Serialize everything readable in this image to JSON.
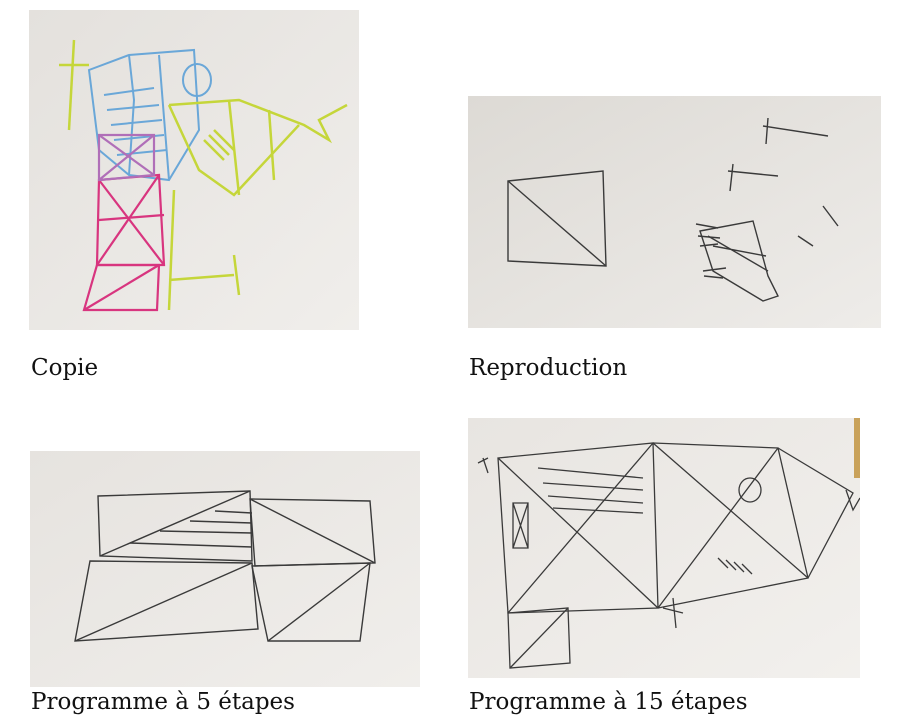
{
  "figures": [
    {
      "id": "copie",
      "caption": "Copie"
    },
    {
      "id": "reproduction",
      "caption": "Reproduction"
    },
    {
      "id": "programme5",
      "caption": "Programme à 5 étapes"
    },
    {
      "id": "programme15",
      "caption": "Programme à 15 étapes"
    }
  ],
  "colors": {
    "paper": "#e9e6e2",
    "pencil": "#3a3a3a",
    "blue_marker": "#6aa7d8",
    "yellow_marker": "#c5d63a",
    "pink_marker": "#d8357f"
  }
}
